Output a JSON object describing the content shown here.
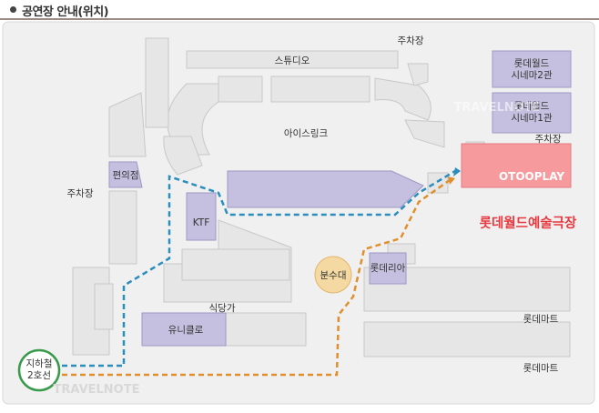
{
  "header": {
    "title": "공연장 안내(위치)"
  },
  "labels": {
    "studio": "스튜디오",
    "parking_top": "주차장",
    "parking_left": "주차장",
    "parking_right": "주차장",
    "cinema2": "롯데월드\n시네마2관",
    "cinema1": "롯데월드\n시네마1관",
    "ice_rink": "아이스링크",
    "convenience": "편의점",
    "ktf": "KTF",
    "fountain": "분수대",
    "lotteria": "롯데리아",
    "food_street": "식당가",
    "uniqlo": "유니클로",
    "lotte_mart_1": "롯데마트",
    "lotte_mart_2": "롯데마트",
    "otooplay": "OTOOPLAY",
    "theater": "롯데월드예술극장",
    "subway": "지하철\n2호선",
    "watermark_1": "TRAVELNOTE",
    "watermark_2": "TRAVELNOTE"
  },
  "colors": {
    "building_gray": "#e6e6e6",
    "building_stroke": "#c8c8c8",
    "purple": "#c5c0df",
    "purple_stroke": "#9d97c4",
    "target_pink": "#f79a9e",
    "target_text": "#e8373e",
    "route_blue": "#2a8dbd",
    "route_orange": "#e08f2e",
    "fountain": "#f5d9a3",
    "subway_ring": "#3a9a4c"
  }
}
